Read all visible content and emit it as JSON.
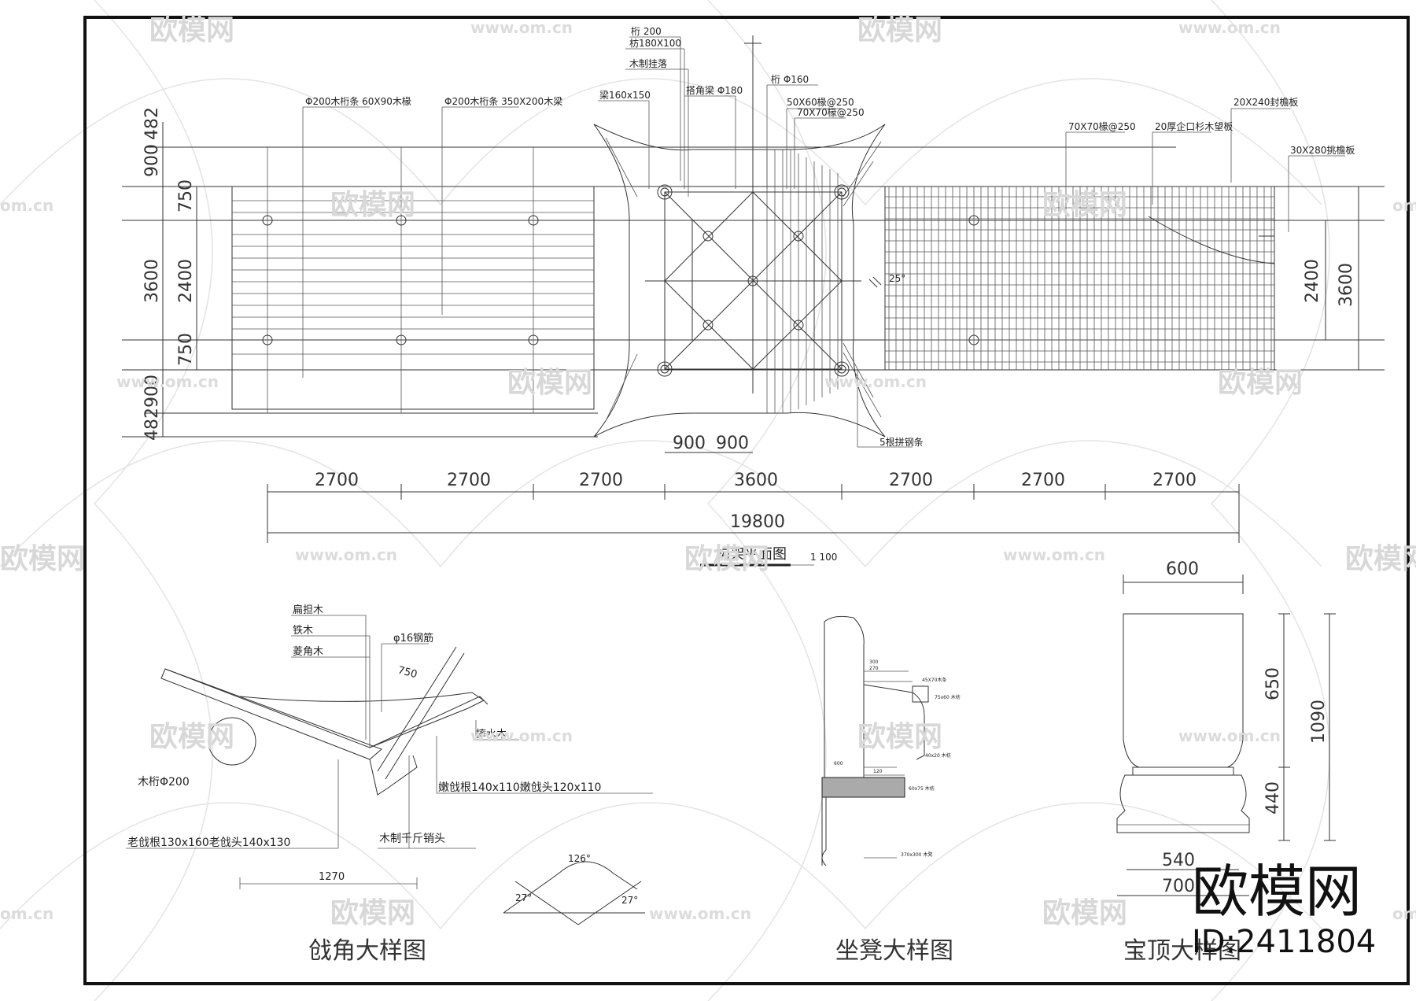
{
  "plan": {
    "title": "构架平面图",
    "scale": "1 100",
    "bay_dims": [
      "2700",
      "2700",
      "2700",
      "3600",
      "2700",
      "2700",
      "2700"
    ],
    "total_dim": "19800",
    "center_dims": [
      "900",
      "900"
    ],
    "left_dims": [
      "900",
      "482",
      "750",
      "2400",
      "3600",
      "750",
      "900",
      "482"
    ],
    "right_dims": [
      "2400",
      "3600"
    ],
    "angle_mark": "25°",
    "notes": {
      "lin200": "桁 200",
      "fang180": "枋180X100",
      "gualuo": "木制挂落",
      "beam160": "梁160x150",
      "jiaoliang": "搭角梁 Φ180",
      "lin160": "桁 Φ160",
      "rafter50": "50X60椽@250",
      "rafter70a": "70X70椽@250",
      "left1": "Φ200木桁条 60X90木椽",
      "left2": "Φ200木桁条 350X200木梁",
      "right70": "70X70椽@250",
      "right20": "20厚企口杉木望板",
      "fengyan": "20X240封檐板",
      "tiaoyan": "30X280挑檐板",
      "fanxi": "5根拼钢条"
    }
  },
  "corner_detail": {
    "title": "戗角大样图",
    "labels": {
      "biandan": "扁担木",
      "tiemu": "铁木",
      "lingjiao": "菱角木",
      "rebar": "φ16钢筋",
      "len750": "750",
      "lianyan": "摔水木",
      "beam200": "木桁Φ200",
      "nenqiang": "嫩戗根140x110嫩戗头120x110",
      "laoqiang": "老戗根130x160老戗头140x130",
      "xiaotou": "木制千斤销头",
      "len1270": "1270",
      "angle": "126°",
      "angle_l": "27°",
      "angle_r": "27°"
    }
  },
  "seat_detail": {
    "title": "坐凳大样图",
    "labels": [
      "300",
      "270",
      "45X70木条",
      "75x60 木枋",
      "40x20 木枋",
      "60x75 木枋",
      "600",
      "120",
      "370x300 木凳"
    ]
  },
  "finial_detail": {
    "title": "宝顶大样图",
    "dims": {
      "top": "600",
      "h1": "650",
      "h2": "440",
      "total": "1090",
      "w1": "540",
      "w2": "700"
    }
  },
  "watermarks": {
    "brand": "欧模网",
    "url": "www.om.cn",
    "url_short": "om.cn",
    "logo_id": "ID:2411804"
  }
}
